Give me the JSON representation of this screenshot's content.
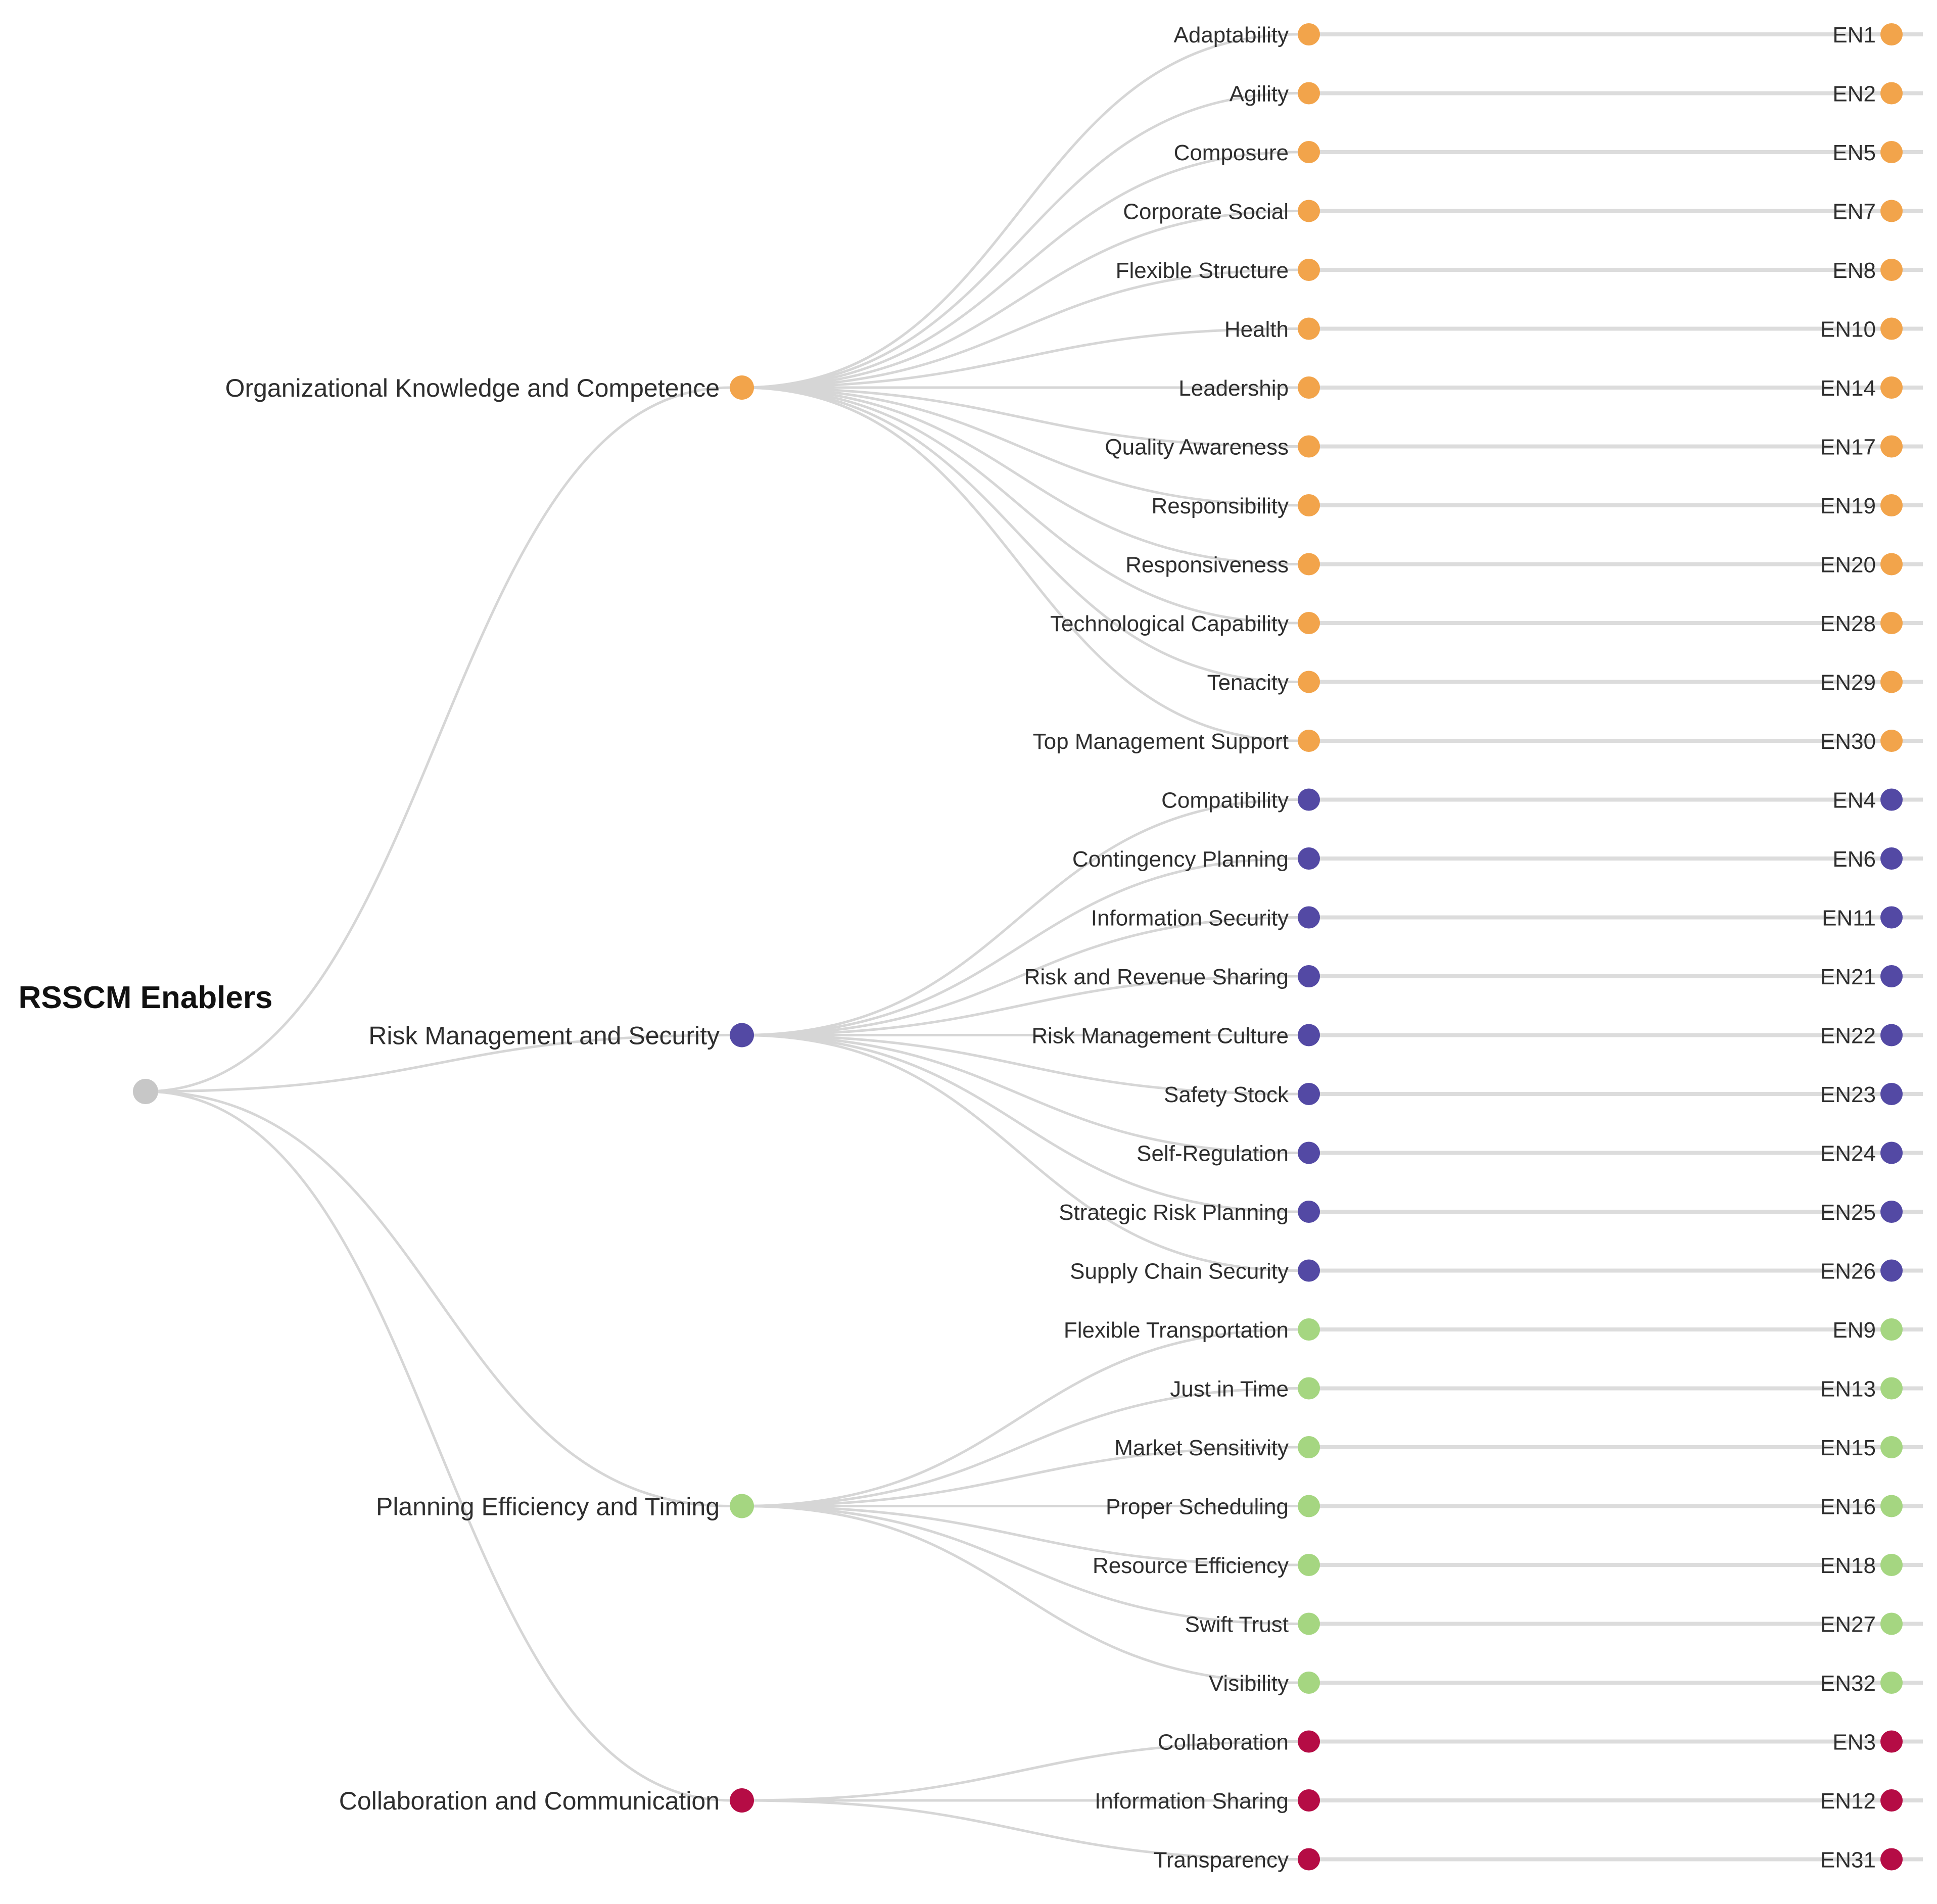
{
  "title": "RSSCM Enablers dendrogram",
  "root": {
    "label": "RSSCM Enablers"
  },
  "colors": {
    "root_node": "#c7c7c7",
    "link_line": "#d6d6d6",
    "row_line": "#dcdcdc",
    "text": "#2e2e2e",
    "orange": "#F2A44B",
    "purple": "#5349A4",
    "green": "#A5D681",
    "crimson": "#B50C45"
  },
  "categories": [
    {
      "name": "Organizational Knowledge and Competence",
      "color": "#F2A44B",
      "children": [
        {
          "label": "Adaptability",
          "code": "EN1"
        },
        {
          "label": "Agility",
          "code": "EN2"
        },
        {
          "label": "Composure",
          "code": "EN5"
        },
        {
          "label": "Corporate Social",
          "code": "EN7"
        },
        {
          "label": "Flexible Structure",
          "code": "EN8"
        },
        {
          "label": "Health",
          "code": "EN10"
        },
        {
          "label": "Leadership",
          "code": "EN14"
        },
        {
          "label": "Quality Awareness",
          "code": "EN17"
        },
        {
          "label": "Responsibility",
          "code": "EN19"
        },
        {
          "label": "Responsiveness",
          "code": "EN20"
        },
        {
          "label": "Technological Capability",
          "code": "EN28"
        },
        {
          "label": "Tenacity",
          "code": "EN29"
        },
        {
          "label": "Top Management Support",
          "code": "EN30"
        }
      ]
    },
    {
      "name": "Risk Management and Security",
      "color": "#5349A4",
      "children": [
        {
          "label": "Compatibility",
          "code": "EN4"
        },
        {
          "label": "Contingency Planning",
          "code": "EN6"
        },
        {
          "label": "Information Security",
          "code": "EN11"
        },
        {
          "label": "Risk and Revenue Sharing",
          "code": "EN21"
        },
        {
          "label": "Risk Management Culture",
          "code": "EN22"
        },
        {
          "label": "Safety Stock",
          "code": "EN23"
        },
        {
          "label": "Self-Regulation",
          "code": "EN24"
        },
        {
          "label": "Strategic Risk Planning",
          "code": "EN25"
        },
        {
          "label": "Supply Chain Security",
          "code": "EN26"
        }
      ]
    },
    {
      "name": "Planning Efficiency and Timing",
      "color": "#A5D681",
      "children": [
        {
          "label": "Flexible Transportation",
          "code": "EN9"
        },
        {
          "label": "Just in Time",
          "code": "EN13"
        },
        {
          "label": "Market Sensitivity",
          "code": "EN15"
        },
        {
          "label": "Proper Scheduling",
          "code": "EN16"
        },
        {
          "label": "Resource Efficiency",
          "code": "EN18"
        },
        {
          "label": "Swift Trust",
          "code": "EN27"
        },
        {
          "label": "Visibility",
          "code": "EN32"
        }
      ]
    },
    {
      "name": "Collaboration and Communication",
      "color": "#B50C45",
      "children": [
        {
          "label": "Collaboration",
          "code": "EN3"
        },
        {
          "label": "Information Sharing",
          "code": "EN12"
        },
        {
          "label": "Transparency",
          "code": "EN31"
        }
      ]
    }
  ]
}
